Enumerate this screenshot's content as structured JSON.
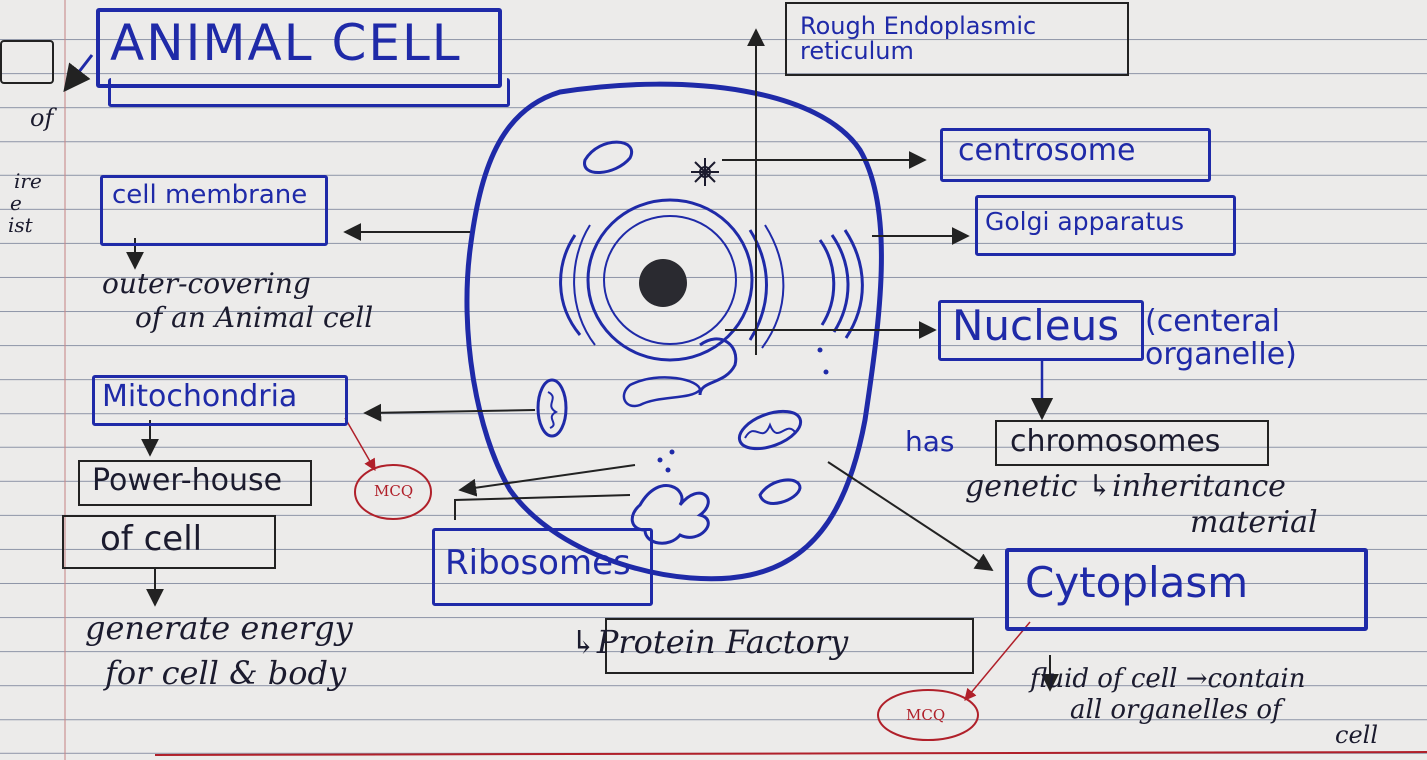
{
  "title": "ANIMAL CELL",
  "labels": {
    "rough_er": "Rough Endoplasmic reticulum",
    "centrosome": "centrosome",
    "golgi": "Golgi apparatus",
    "nucleus": "Nucleus",
    "nucleus_note": "(centeral organelle)",
    "chromosomes": "chromosomes",
    "has": "has",
    "chromosome_note_1": "genetic ↳inheritance",
    "chromosome_note_2": "material",
    "cell_membrane": "cell membrane",
    "cell_membrane_note_1": "outer-covering",
    "cell_membrane_note_2": "of an Animal cell",
    "mitochondria": "Mitochondria",
    "power_house": "Power-house",
    "of_cell": "of cell",
    "mito_note_1": "generate energy",
    "mito_note_2": "for cell & body",
    "ribosomes": "Ribosomes",
    "protein_factory": "↳Protein Factory",
    "cytoplasm": "Cytoplasm",
    "cytoplasm_note_1": "fluid of cell →contain",
    "cytoplasm_note_2": "all organelles of",
    "cytoplasm_note_3": "cell",
    "mcq_1": "MCQ",
    "mcq_2": "MCQ"
  },
  "margin_fragments": [
    "of",
    "ire",
    "e",
    "ist"
  ],
  "colors": {
    "ink_blue": "#1f2aa8",
    "ink_black": "#1b1b2e",
    "ink_red": "#b0202a",
    "paper": "#ecebea"
  }
}
